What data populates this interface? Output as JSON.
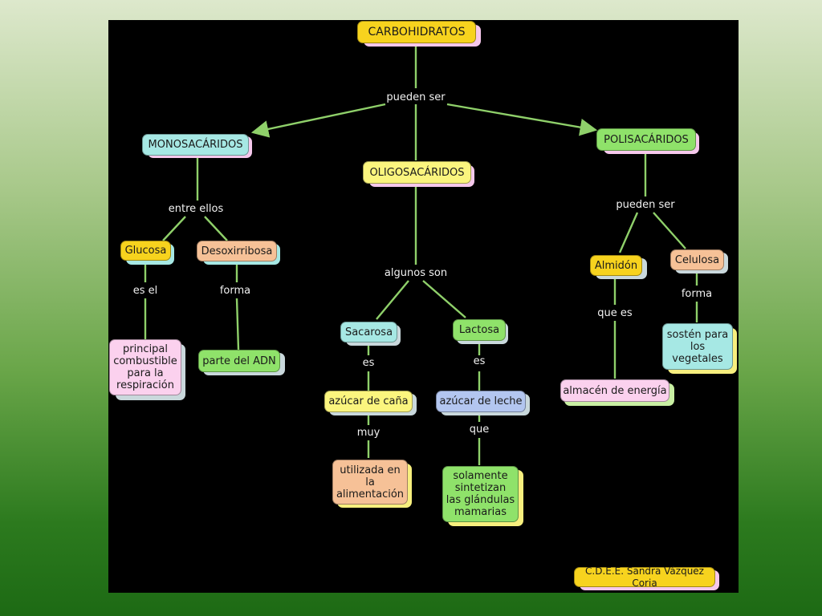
{
  "root": "CARBOHIDRATOS",
  "link_pueden_ser_top": "pueden ser",
  "mono": "MONOSACÁRIDOS",
  "oligo": "OLIGOSACÁRIDOS",
  "poli": "POLISACÁRIDOS",
  "link_entre_ellos": "entre ellos",
  "glucosa": "Glucosa",
  "desoxirribosa": "Desoxirribosa",
  "link_es_el": "es el",
  "link_forma_left": "forma",
  "principal": [
    "principal",
    "combustible",
    "para la",
    "respiración"
  ],
  "adn": "parte del ADN",
  "link_algunos_son": "algunos son",
  "sacarosa": "Sacarosa",
  "lactosa": "Lactosa",
  "link_es_1": "es",
  "link_es_2": "es",
  "azucar_cana": "azúcar de caña",
  "azucar_leche": "azúcar de leche",
  "link_muy": "muy",
  "link_que": "que",
  "utilizada": [
    "utilizada en",
    "la",
    "alimentación"
  ],
  "solamente": [
    "solamente",
    "sintetizan",
    "las glándulas",
    "mamarias"
  ],
  "link_pueden_ser_right": "pueden ser",
  "almidon": "Almidón",
  "celulosa": "Celulosa",
  "link_que_es": "que es",
  "link_forma_right": "forma",
  "almacen": "almacén de energía",
  "sosten": [
    "sostén para",
    "los",
    "vegetales"
  ],
  "credit": "C.D.E.E. Sandra Vázquez Coria",
  "colors": {
    "line": "#8fd06a",
    "canvas": "#000000"
  }
}
